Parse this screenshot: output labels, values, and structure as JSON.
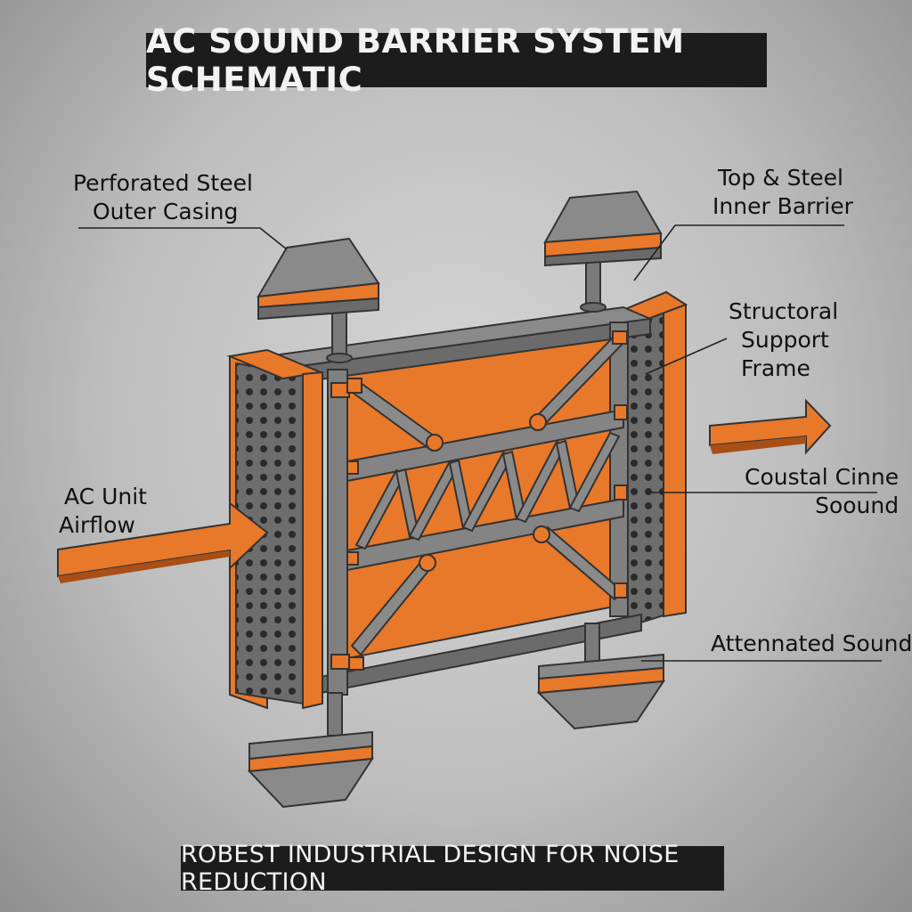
{
  "title": "AC SOUND BARRIER SYSTEM SCHEMATIC",
  "footer": "ROBEST INDUSTRIAL DESIGN FOR NOISE REDUCTION",
  "labels": {
    "outer_casing": [
      "Perforated Steel",
      "Outer Casing"
    ],
    "inner_barrier": [
      "Top & Steel",
      "Inner Barrier"
    ],
    "support_frame": [
      "Structoral",
      "Support",
      "Frame"
    ],
    "ac_airflow": [
      "AC Unit",
      "Airflow"
    ],
    "coustal_sound": [
      "Coustal Cinne",
      "Soound"
    ],
    "attenuated_sound": "Attennated Sound"
  },
  "colors": {
    "orange": "#e8782a",
    "steel": "#7c7c7c",
    "dark": "#1c1c1c",
    "background": "#c4c4c4"
  }
}
